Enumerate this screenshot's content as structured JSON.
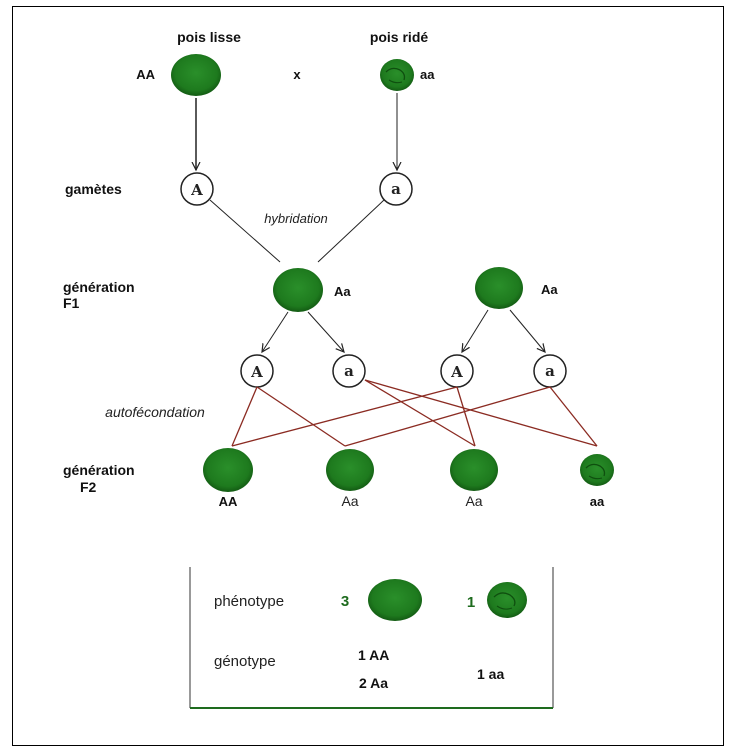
{
  "parents": {
    "left_label": "pois lisse",
    "right_label": "pois ridé",
    "left_genotype": "AA",
    "right_genotype": "aa",
    "cross_symbol": "x"
  },
  "gametes": {
    "label": "gamètes",
    "left": "A",
    "right": "a",
    "process": "hybridation"
  },
  "f1": {
    "label_line1": "génération",
    "label_line2": "F1",
    "left_genotype": "Aa",
    "right_genotype": "Aa",
    "gametes": [
      "A",
      "a",
      "A",
      "a"
    ],
    "process": "autofécondation"
  },
  "f2": {
    "label_line1": "génération",
    "label_line2": "F2",
    "genotypes": [
      "AA",
      "Aa",
      "Aa",
      "aa"
    ]
  },
  "summary": {
    "phenotype_label": "phénotype",
    "phenotype_smooth_count": "3",
    "phenotype_wrinkled_count": "1",
    "genotype_label": "génotype",
    "genotype_line1": "1 AA",
    "genotype_line2": "2 Aa",
    "genotype_recessive": "1 aa"
  },
  "colors": {
    "pea": "#1e7a1e",
    "pea_dark": "#0f4f0f",
    "cross_lines": "#8b2b22",
    "text_green": "#1e6b1e"
  }
}
